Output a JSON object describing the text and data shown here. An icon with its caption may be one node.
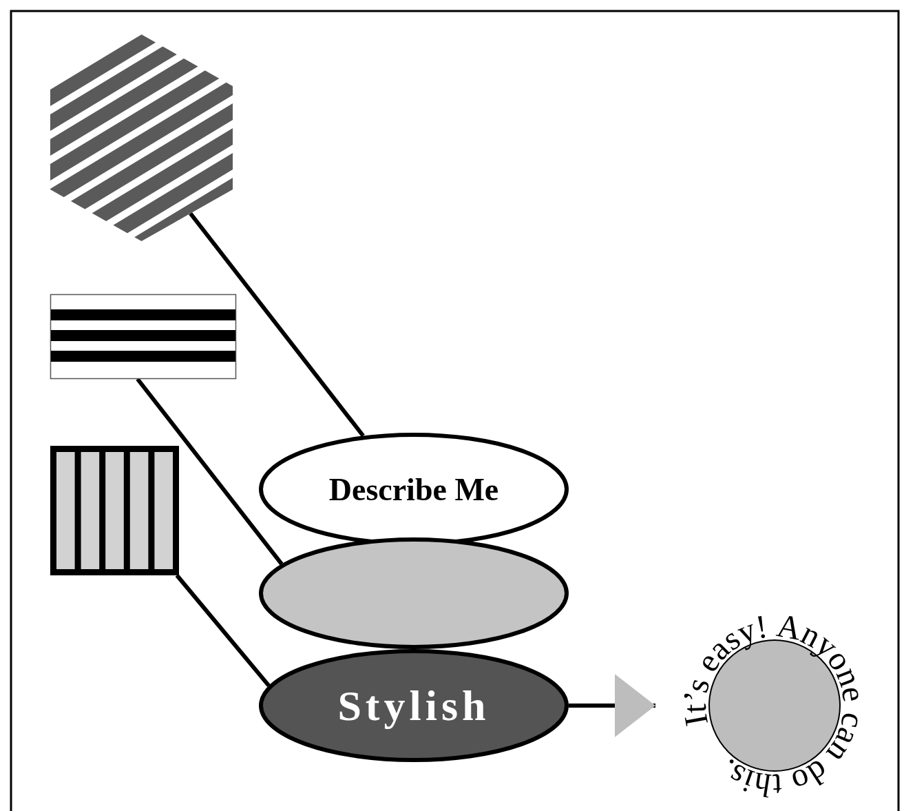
{
  "diagram": {
    "nodes": [
      {
        "text": [],
        "shape": "hexagon"
      },
      {
        "text": [],
        "shape": "box"
      },
      {
        "text": [],
        "shape": "box"
      },
      {
        "text": [
          "Describe Me"
        ]
      },
      {
        "text": [],
        "shape": "ellipse"
      },
      {
        "text": [
          "Stylish"
        ]
      },
      {
        "text": [
          "It’s easy! Anyone can do this."
        ]
      }
    ],
    "edges": [
      {
        "from": 0,
        "to": 3,
        "arrow": "none"
      },
      {
        "from": 1,
        "to": 4,
        "arrow": "none"
      },
      {
        "from": 2,
        "to": 5,
        "arrow": "none"
      },
      {
        "from": 5,
        "to": 6,
        "arrow": "to"
      }
    ]
  }
}
